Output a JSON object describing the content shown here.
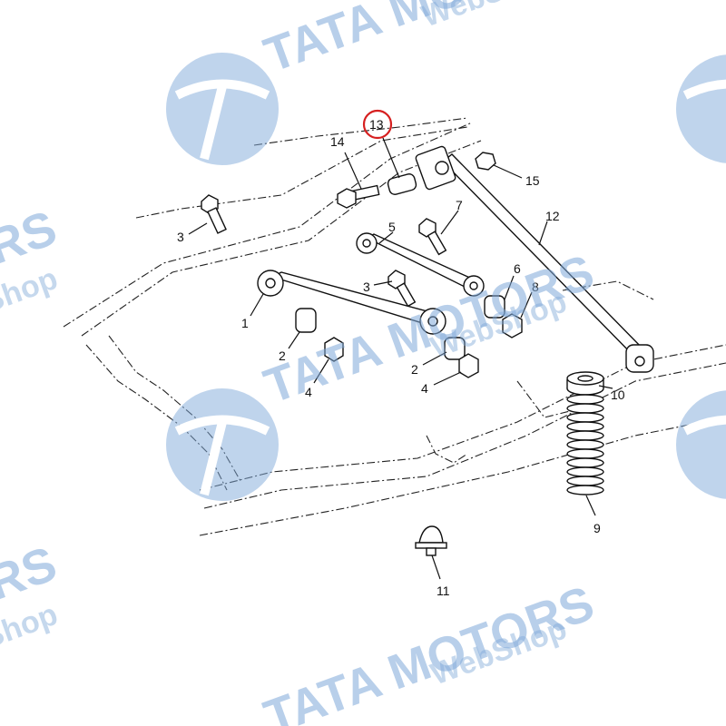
{
  "diagram": {
    "highlighted_callout": "13",
    "highlight_color": "#d62020",
    "callouts": {
      "c1": "1",
      "c2a": "2",
      "c2b": "2",
      "c3a": "3",
      "c3b": "3",
      "c4a": "4",
      "c4b": "4",
      "c5": "5",
      "c6": "6",
      "c7": "7",
      "c8": "8",
      "c9": "9",
      "c10": "10",
      "c11": "11",
      "c12": "12",
      "c13": "13",
      "c14": "14",
      "c15": "15"
    }
  },
  "watermark": {
    "brand": "TATA MOTORS",
    "sub": "WebShop",
    "partial_brand": "RS",
    "partial_sub": "Shop",
    "color": "#7fa9d9"
  }
}
